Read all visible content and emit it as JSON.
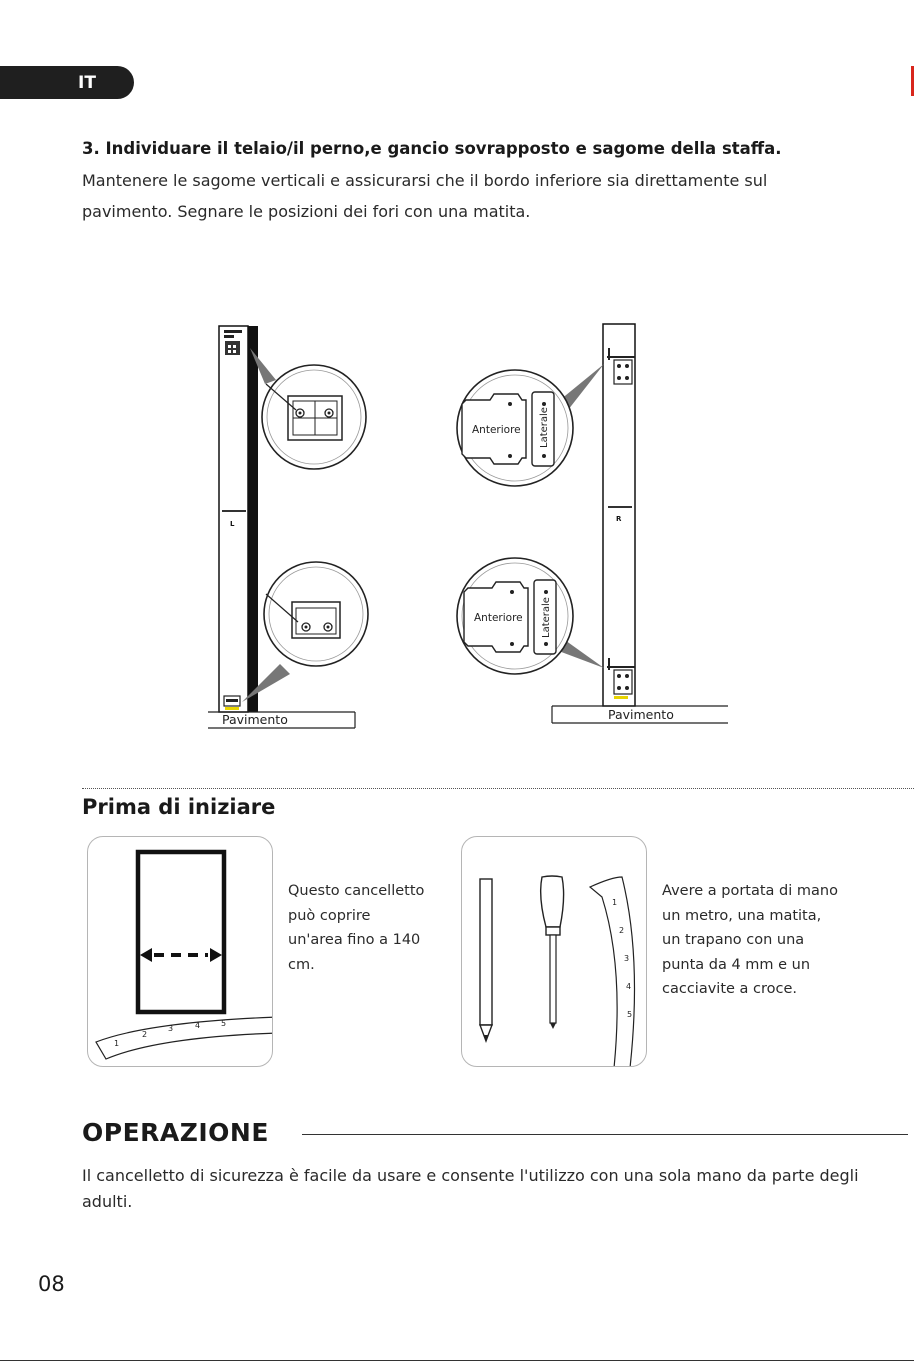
{
  "header": {
    "lang_tab": "IT"
  },
  "step": {
    "title": "3. Individuare il telaio/il perno,e gancio sovrapposto e sagome della staffa.",
    "text": "Mantenere le sagome verticali e assicurarsi che il bordo inferiore sia direttamente sul pavimento. Segnare le posizioni dei fori con una matita."
  },
  "diagram": {
    "left_floor_label": "Pavimento",
    "right_floor_label": "Pavimento",
    "front_label_top": "Anteriore",
    "side_label_top": "Laterale",
    "front_label_bottom": "Anteriore",
    "side_label_bottom": "Laterale",
    "left_template_letter": "L",
    "right_template_letter": "R"
  },
  "before_start": {
    "title": "Prima di iniziare",
    "card1_text": "Questo cancelletto può coprire un'area fino a 140 cm.",
    "card2_text": "Avere a portata di mano un metro, una matita, un trapano con una punta da 4 mm e un cacciavite a croce.",
    "tape_numbers_card1": [
      "1",
      "2",
      "3",
      "4",
      "5"
    ],
    "tape_numbers_card2": [
      "1",
      "2",
      "3",
      "4",
      "5"
    ]
  },
  "operation": {
    "title": "OPERAZIONE",
    "text": "Il cancelletto di sicurezza è facile da usare e consente l'utilizzo con una sola mano da parte degli adulti."
  },
  "footer": {
    "page_number": "08"
  },
  "colors": {
    "lang_tab_bg": "#1f1f1f",
    "edge_mark": "#d8261c"
  }
}
